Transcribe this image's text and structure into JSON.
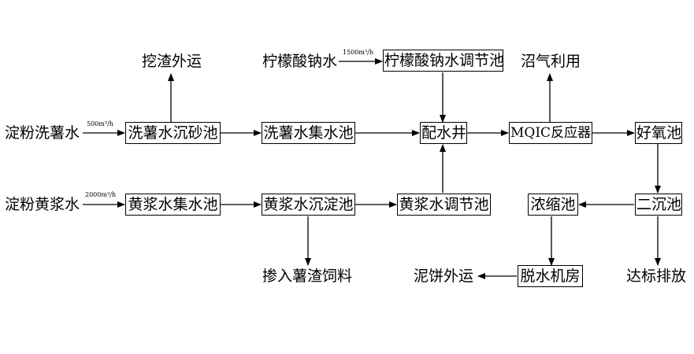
{
  "nodes": {
    "dig_slag": "挖渣外运",
    "citrate_water": "柠檬酸钠水",
    "citrate_tank": "柠檬酸钠水调节池",
    "biogas": "沼气利用",
    "starch_wash": "淀粉洗薯水",
    "grit_tank": "洗薯水沉砂池",
    "wash_collect": "洗薯水集水池",
    "mixing_well": "配水井",
    "mqic": "MQIC反应器",
    "aerobic": "好氧池",
    "starch_yellow": "淀粉黄浆水",
    "yellow_collect": "黄浆水集水池",
    "yellow_settle": "黄浆水沉淀池",
    "yellow_adjust": "黄浆水调节池",
    "thicken": "浓缩池",
    "secondary": "二沉池",
    "feed": "掺入薯渣饲料",
    "cake": "泥饼外运",
    "dewater": "脱水机房",
    "discharge": "达标排放"
  },
  "flows": {
    "citrate_rate": "1500m³/h",
    "wash_rate": "500m³/h",
    "yellow_rate": "2000m³/h"
  }
}
